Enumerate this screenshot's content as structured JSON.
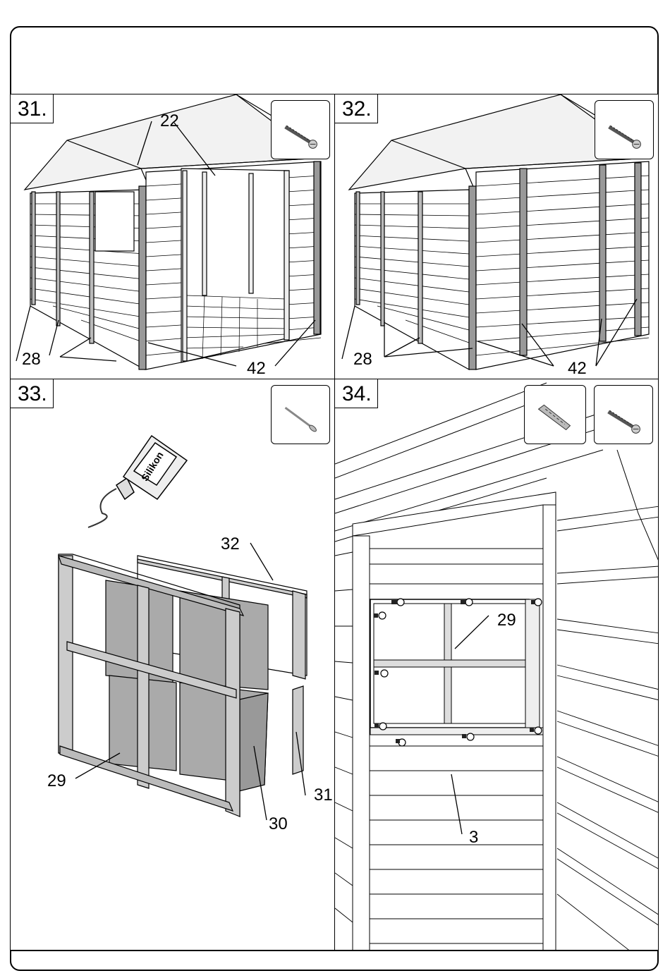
{
  "steps": [
    {
      "number": "31.",
      "labels": [
        "22",
        "28",
        "42"
      ]
    },
    {
      "number": "32.",
      "labels": [
        "28",
        "42"
      ]
    },
    {
      "number": "33.",
      "labels": [
        "32",
        "29",
        "30",
        "31"
      ],
      "tube_text": "Silikon"
    },
    {
      "number": "34.",
      "labels": [
        "29",
        "3"
      ]
    }
  ],
  "icons": {
    "screw": "screw-icon",
    "nail": "nail-icon",
    "drill": "drill-bit-icon",
    "silicone": "silicone-tube-icon"
  }
}
